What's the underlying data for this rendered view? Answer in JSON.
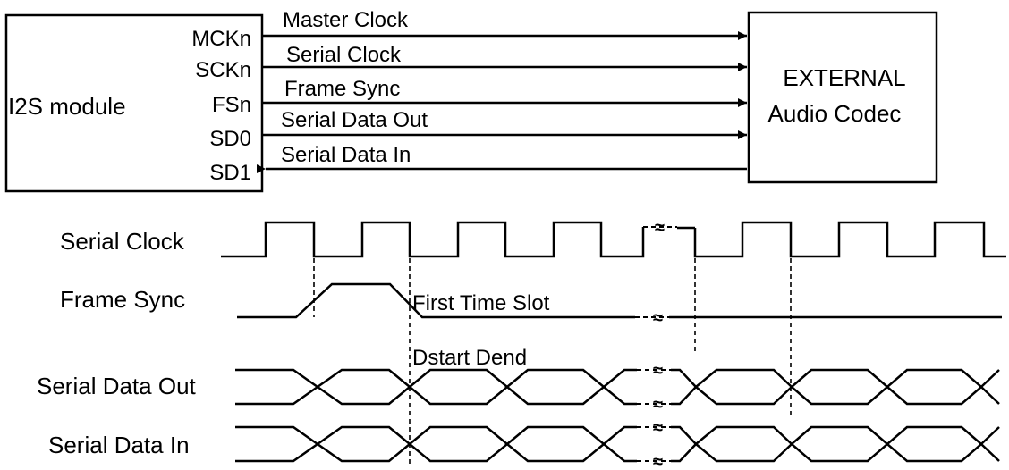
{
  "block": {
    "module_name": "I2S  module",
    "codec_line1": "EXTERNAL",
    "codec_line2": "Audio  Codec",
    "pins": [
      "MCKn",
      "SCKn",
      "FSn",
      "SD0",
      "SD1"
    ],
    "signals": [
      "Master Clock",
      "Serial Clock",
      "Frame  Sync",
      "Serial Data  Out",
      "Serial Data  In"
    ]
  },
  "timing": {
    "rows": [
      "Serial Clock",
      "Frame  Sync",
      "Serial Data  Out",
      "Serial Data  In"
    ],
    "annotations": {
      "first_slot": "First Time  Slot",
      "dstart_dend": "Dstart Dend"
    }
  },
  "colors": {
    "ink": "#000000",
    "background": "#ffffff"
  }
}
